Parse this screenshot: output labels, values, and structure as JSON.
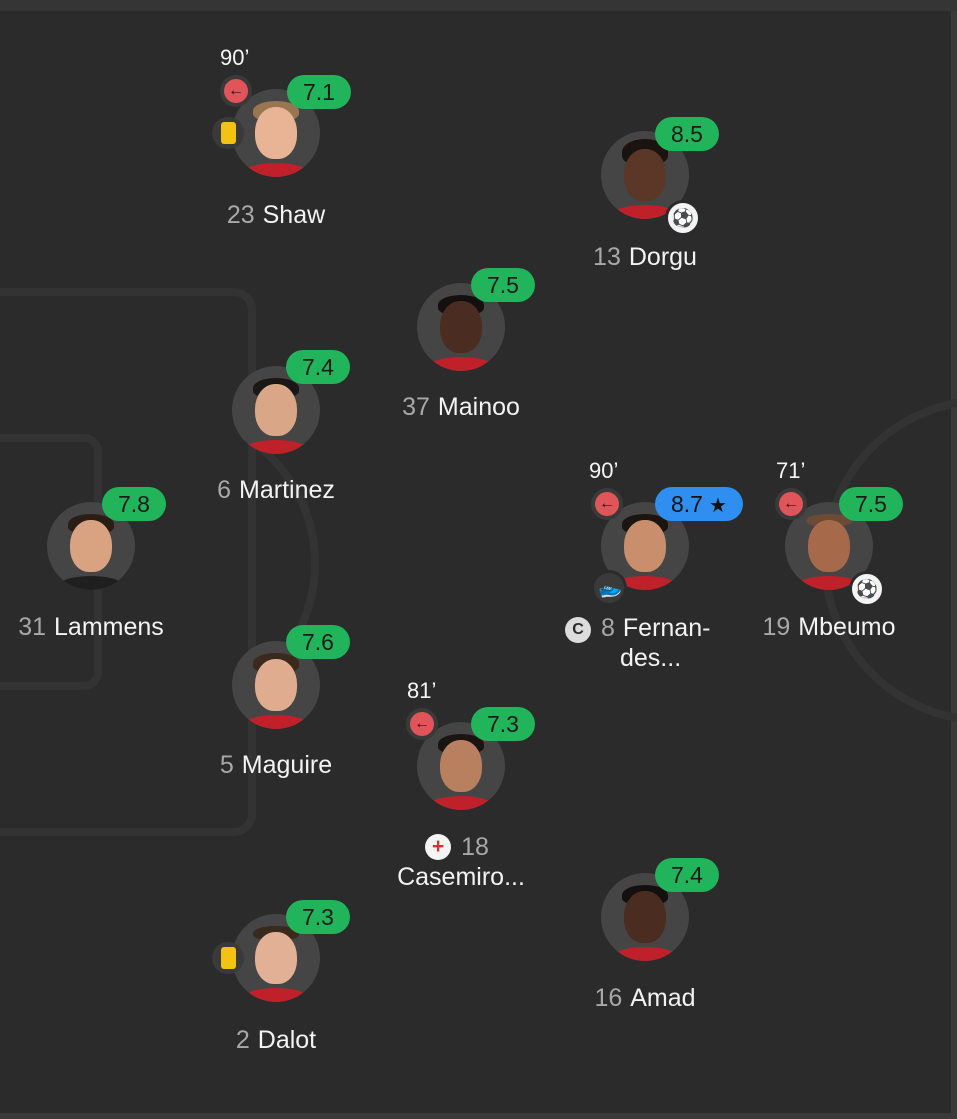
{
  "theme": {
    "background": "#2b2b2b",
    "rating_green": "#22b45a",
    "rating_blue": "#2e8ff0",
    "sub_red": "#e0555a",
    "yellow_card": "#f3c213"
  },
  "players": [
    {
      "number": "23",
      "name": "Shaw",
      "rating": "7.1",
      "sub_minute": "90’",
      "events": [
        "sub-out-icon",
        "yellow-card-icon"
      ]
    },
    {
      "number": "13",
      "name": "Dorgu",
      "rating": "8.5",
      "events": [
        "goal-ball-icon"
      ]
    },
    {
      "number": "37",
      "name": "Mainoo",
      "rating": "7.5",
      "events": []
    },
    {
      "number": "6",
      "name": "Martinez",
      "rating": "7.4",
      "events": []
    },
    {
      "number": "31",
      "name": "Lammens",
      "rating": "7.8",
      "events": []
    },
    {
      "number": "8",
      "name": "Fernan-",
      "name_line2": "des...",
      "rating": "8.7",
      "sub_minute": "90’",
      "captain_label": "C",
      "player_of_match": true,
      "events": [
        "sub-out-icon",
        "assist-boot-icon",
        "captain-icon",
        "star-icon"
      ]
    },
    {
      "number": "19",
      "name": "Mbeumo",
      "rating": "7.5",
      "sub_minute": "71’",
      "events": [
        "sub-out-icon",
        "goal-ball-icon"
      ]
    },
    {
      "number": "5",
      "name": "Maguire",
      "rating": "7.6",
      "events": []
    },
    {
      "number": "18",
      "name": "Casemiro...",
      "rating": "7.3",
      "sub_minute": "81’",
      "events": [
        "sub-out-icon",
        "injury-cross-icon"
      ]
    },
    {
      "number": "16",
      "name": "Amad",
      "rating": "7.4",
      "events": []
    },
    {
      "number": "2",
      "name": "Dalot",
      "rating": "7.3",
      "events": [
        "yellow-card-icon"
      ]
    }
  ]
}
